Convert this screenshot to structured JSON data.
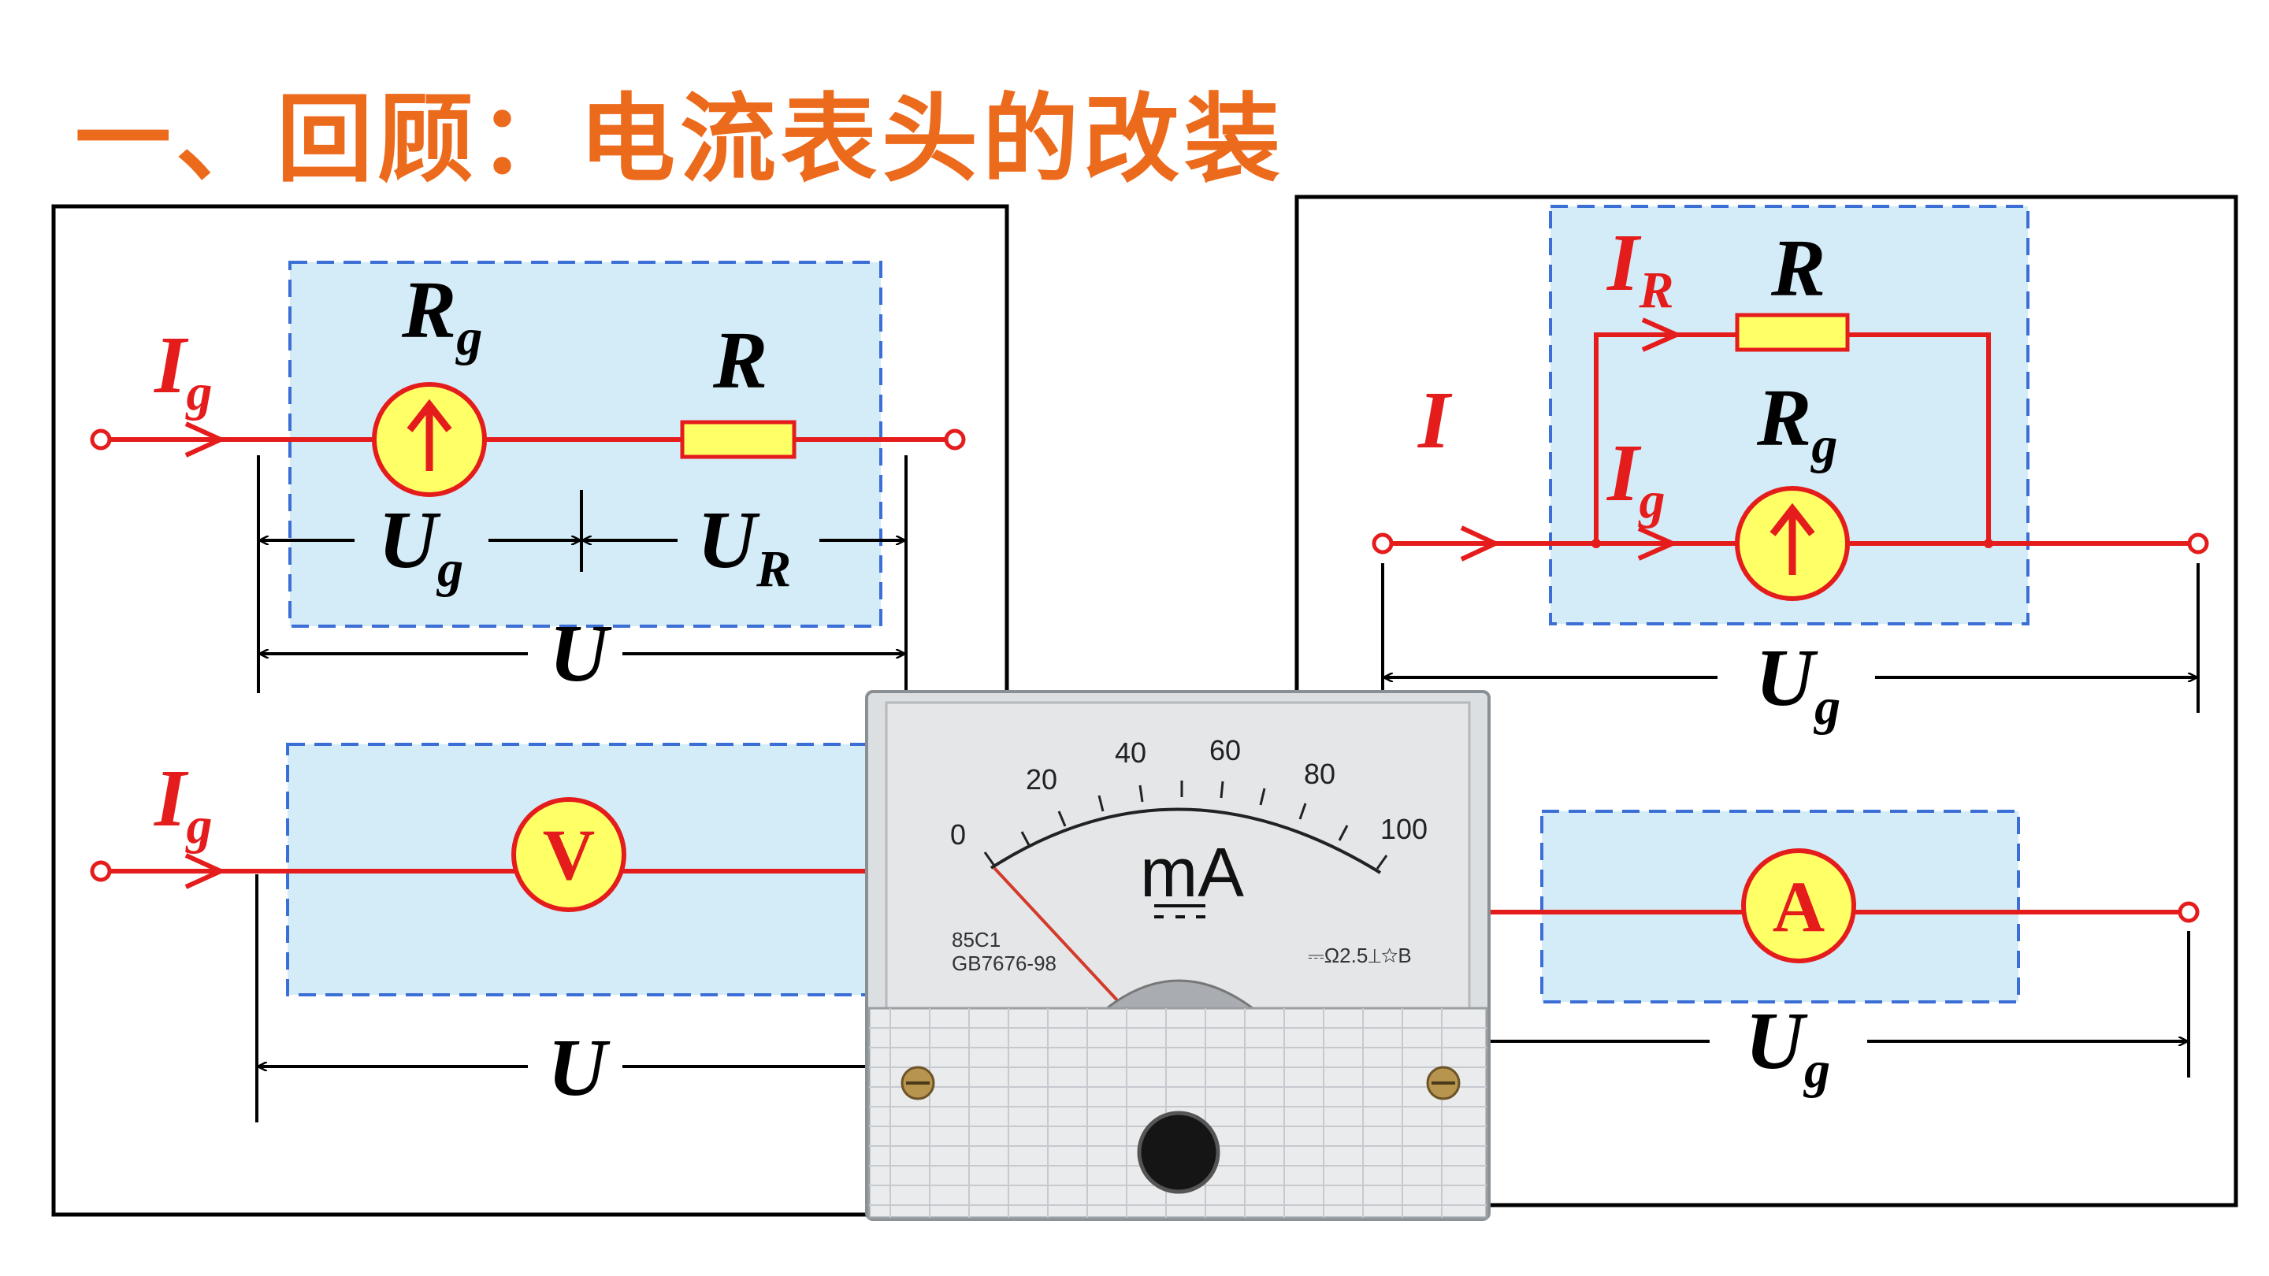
{
  "title": "一、回顾：电流表头的改装",
  "colors": {
    "wire": "#e51c1c",
    "title": "#ec6a1c",
    "box_fill": "#d4ebf8",
    "box_border": "#3c6fd6",
    "component_fill": "#ffff66"
  },
  "left_panel": {
    "top_circuit": {
      "current": {
        "main": "I",
        "sub": "g"
      },
      "galvanometer": {
        "main": "R",
        "sub": "g"
      },
      "resistor": {
        "main": "R"
      },
      "voltage_g": {
        "main": "U",
        "sub": "g"
      },
      "voltage_r": {
        "main": "U",
        "sub": "R"
      },
      "voltage_total": {
        "main": "U"
      }
    },
    "bottom_circuit": {
      "current": {
        "main": "I",
        "sub": "g"
      },
      "meter_symbol": "V",
      "voltage_total": {
        "main": "U"
      }
    }
  },
  "right_panel": {
    "top_circuit": {
      "current_total": {
        "main": "I"
      },
      "current_r": {
        "main": "I",
        "sub": "R"
      },
      "resistor": {
        "main": "R"
      },
      "galvanometer": {
        "main": "R",
        "sub": "g"
      },
      "current_g": {
        "main": "I",
        "sub": "g"
      },
      "voltage": {
        "main": "U",
        "sub": "g"
      }
    },
    "bottom_circuit": {
      "meter_symbol": "A",
      "voltage": {
        "main": "U",
        "sub": "g"
      }
    }
  },
  "meter_photo": {
    "scale": [
      "0",
      "20",
      "40",
      "60",
      "80",
      "100"
    ],
    "unit": "mA",
    "model": "85C1",
    "standard": "GB7676-98",
    "spec": "⎓Ω2.5⊥☆B"
  }
}
